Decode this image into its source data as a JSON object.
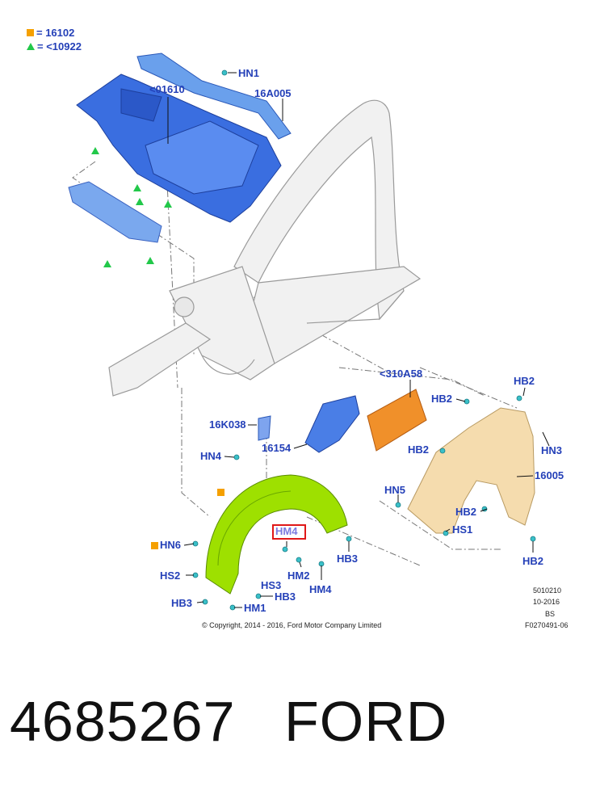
{
  "legend": {
    "square_text": "= 16102",
    "triangle_text": "= <10922",
    "square_color": "#f5a000",
    "triangle_color": "#22c84a"
  },
  "labels": {
    "hn1": "HN1",
    "p01610": "<01610",
    "p16a005": "16A005",
    "p310a58": "<310A58",
    "hb2_top": "HB2",
    "hb2_a": "HB2",
    "hb2_b": "HB2",
    "hn3": "HN3",
    "p16k038": "16K038",
    "p16154": "16154",
    "hn4": "HN4",
    "p16005": "16005",
    "hn5": "HN5",
    "hb2_c": "HB2",
    "hs1": "HS1",
    "hm4_highlight": "HM4",
    "hn6": "HN6",
    "hb3_a": "HB3",
    "hs2": "HS2",
    "hm2": "HM2",
    "hm4": "HM4",
    "hs3": "HS3",
    "hb3_b": "HB3",
    "hb3_c": "HB3",
    "hm1": "HM1",
    "hb2_bottom": "HB2"
  },
  "info": {
    "code1": "5010210",
    "date": "10-2016",
    "code2": "BS",
    "figure": "F0270491-06",
    "copyright": "© Copyright, 2014 - 2016, Ford Motor Company Limited"
  },
  "part_number": "4685267",
  "brand": "FORD",
  "colors": {
    "label_blue": "#2440b8",
    "panel_blue": "#3a6ee0",
    "liner_green": "#9ee000",
    "fender_tan": "#f5dcae",
    "pad_orange": "#f0902a",
    "highlight_red": "#e01818"
  }
}
